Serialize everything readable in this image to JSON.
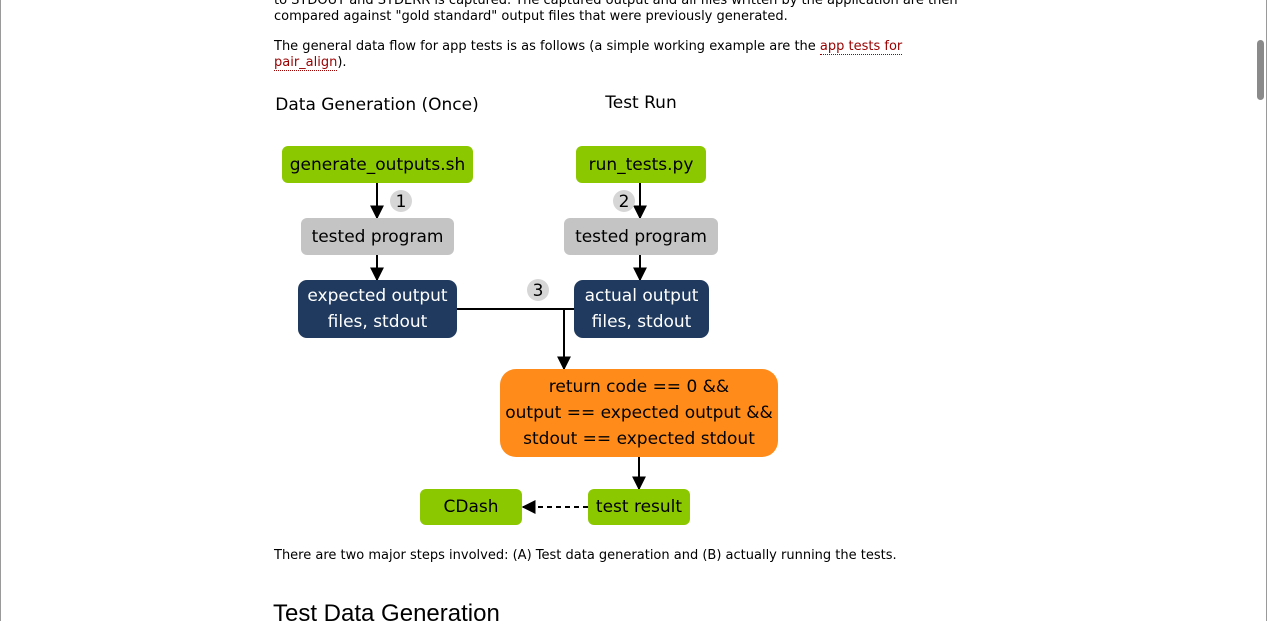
{
  "intro": {
    "p1_line1": "to STDOUT and STDERR is captured. The captured output and all files written by the application are then",
    "p1_line2": "compared against \"gold standard\" output files that were previously generated.",
    "p2_prefix": "The general data flow for app tests is as follows (a simple working example are the ",
    "p2_link": "app tests for pair_align",
    "p2_suffix": ")."
  },
  "diagram": {
    "title_left": "Data Generation (Once)",
    "title_right": "Test Run",
    "generate_box": "generate_outputs.sh",
    "run_box": "run_tests.py",
    "tested_left": "tested program",
    "tested_right": "tested program",
    "expected_line1": "expected output",
    "expected_line2": "files, stdout",
    "actual_line1": "actual output",
    "actual_line2": "files, stdout",
    "compare_line1": "return code == 0 &&",
    "compare_line2": "output == expected output &&",
    "compare_line3": "stdout == expected stdout",
    "result_box": "test result",
    "cdash_box": "CDash",
    "step1": "1",
    "step2": "2",
    "step3": "3",
    "colors": {
      "green": "#8cc800",
      "gray": "#c4c4c4",
      "navy": "#1f3a5e",
      "orange": "#ff8c1a",
      "badge": "#d6d6d6"
    }
  },
  "outro": "There are two major steps involved: (A) Test data generation and (B) actually running the tests.",
  "next_heading": "Test Data Generation"
}
